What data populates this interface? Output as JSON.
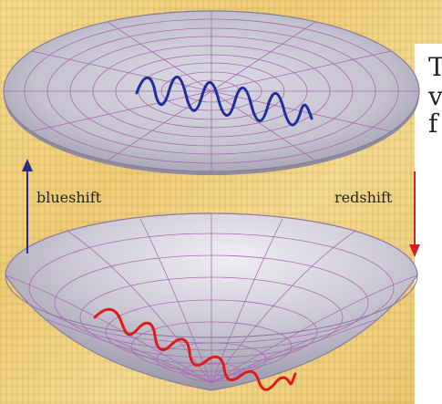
{
  "labels": {
    "blueshift": "blueshift",
    "redshift": "redshift"
  },
  "side_text": [
    "T",
    "v",
    "f"
  ],
  "colors": {
    "blue_wave": "#1f2e9e",
    "red_wave": "#e01a1a",
    "blue_arrow": "#2a2a8c",
    "red_arrow": "#d62020",
    "grid_line": "#a86cb0",
    "surface": "#c9c7d3"
  }
}
